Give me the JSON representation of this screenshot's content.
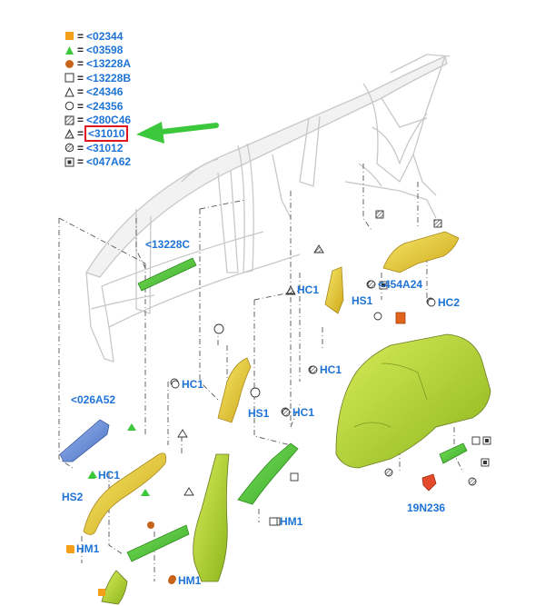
{
  "legend": [
    {
      "symbol": "square-filled-orange",
      "code": "<02344"
    },
    {
      "symbol": "triangle-filled-green",
      "code": "<03598"
    },
    {
      "symbol": "circle-filled-brown",
      "code": "<13228A"
    },
    {
      "symbol": "square-outline",
      "code": "<13228B"
    },
    {
      "symbol": "triangle-outline",
      "code": "<24346"
    },
    {
      "symbol": "circle-outline",
      "code": "<24356"
    },
    {
      "symbol": "square-hatched",
      "code": "<280C46"
    },
    {
      "symbol": "triangle-hatched",
      "code": "<31010",
      "highlighted": true
    },
    {
      "symbol": "circle-hatched",
      "code": "<31012"
    },
    {
      "symbol": "square-dotted",
      "code": "<047A62"
    }
  ],
  "legend_equals": "=",
  "callouts": {
    "c13228c": "<13228C",
    "c026a52": "<026A52",
    "c454a24": "<454A24",
    "hc1_a": "HC1",
    "hc1_b": "HC1",
    "hc1_c": "HC1",
    "hc1_d": "HC1",
    "hc1_e": "HC1",
    "hc2": "HC2",
    "hs1_a": "HS1",
    "hs1_b": "HS1",
    "hs2": "HS2",
    "hm1_a": "HM1",
    "hm1_b": "HM1",
    "hm1_c": "HM1",
    "n19n236": "19N236"
  },
  "colors": {
    "callout_text": "#1e73d6",
    "highlight_box": "#e0141e",
    "arrow": "#3cc83c",
    "trim_yellow_green": "#b8d82a",
    "trim_yellow": "#e8d23a",
    "trim_green": "#58c83a",
    "trim_blue": "#6a8fd8",
    "body_outline": "#c8c8c8"
  }
}
